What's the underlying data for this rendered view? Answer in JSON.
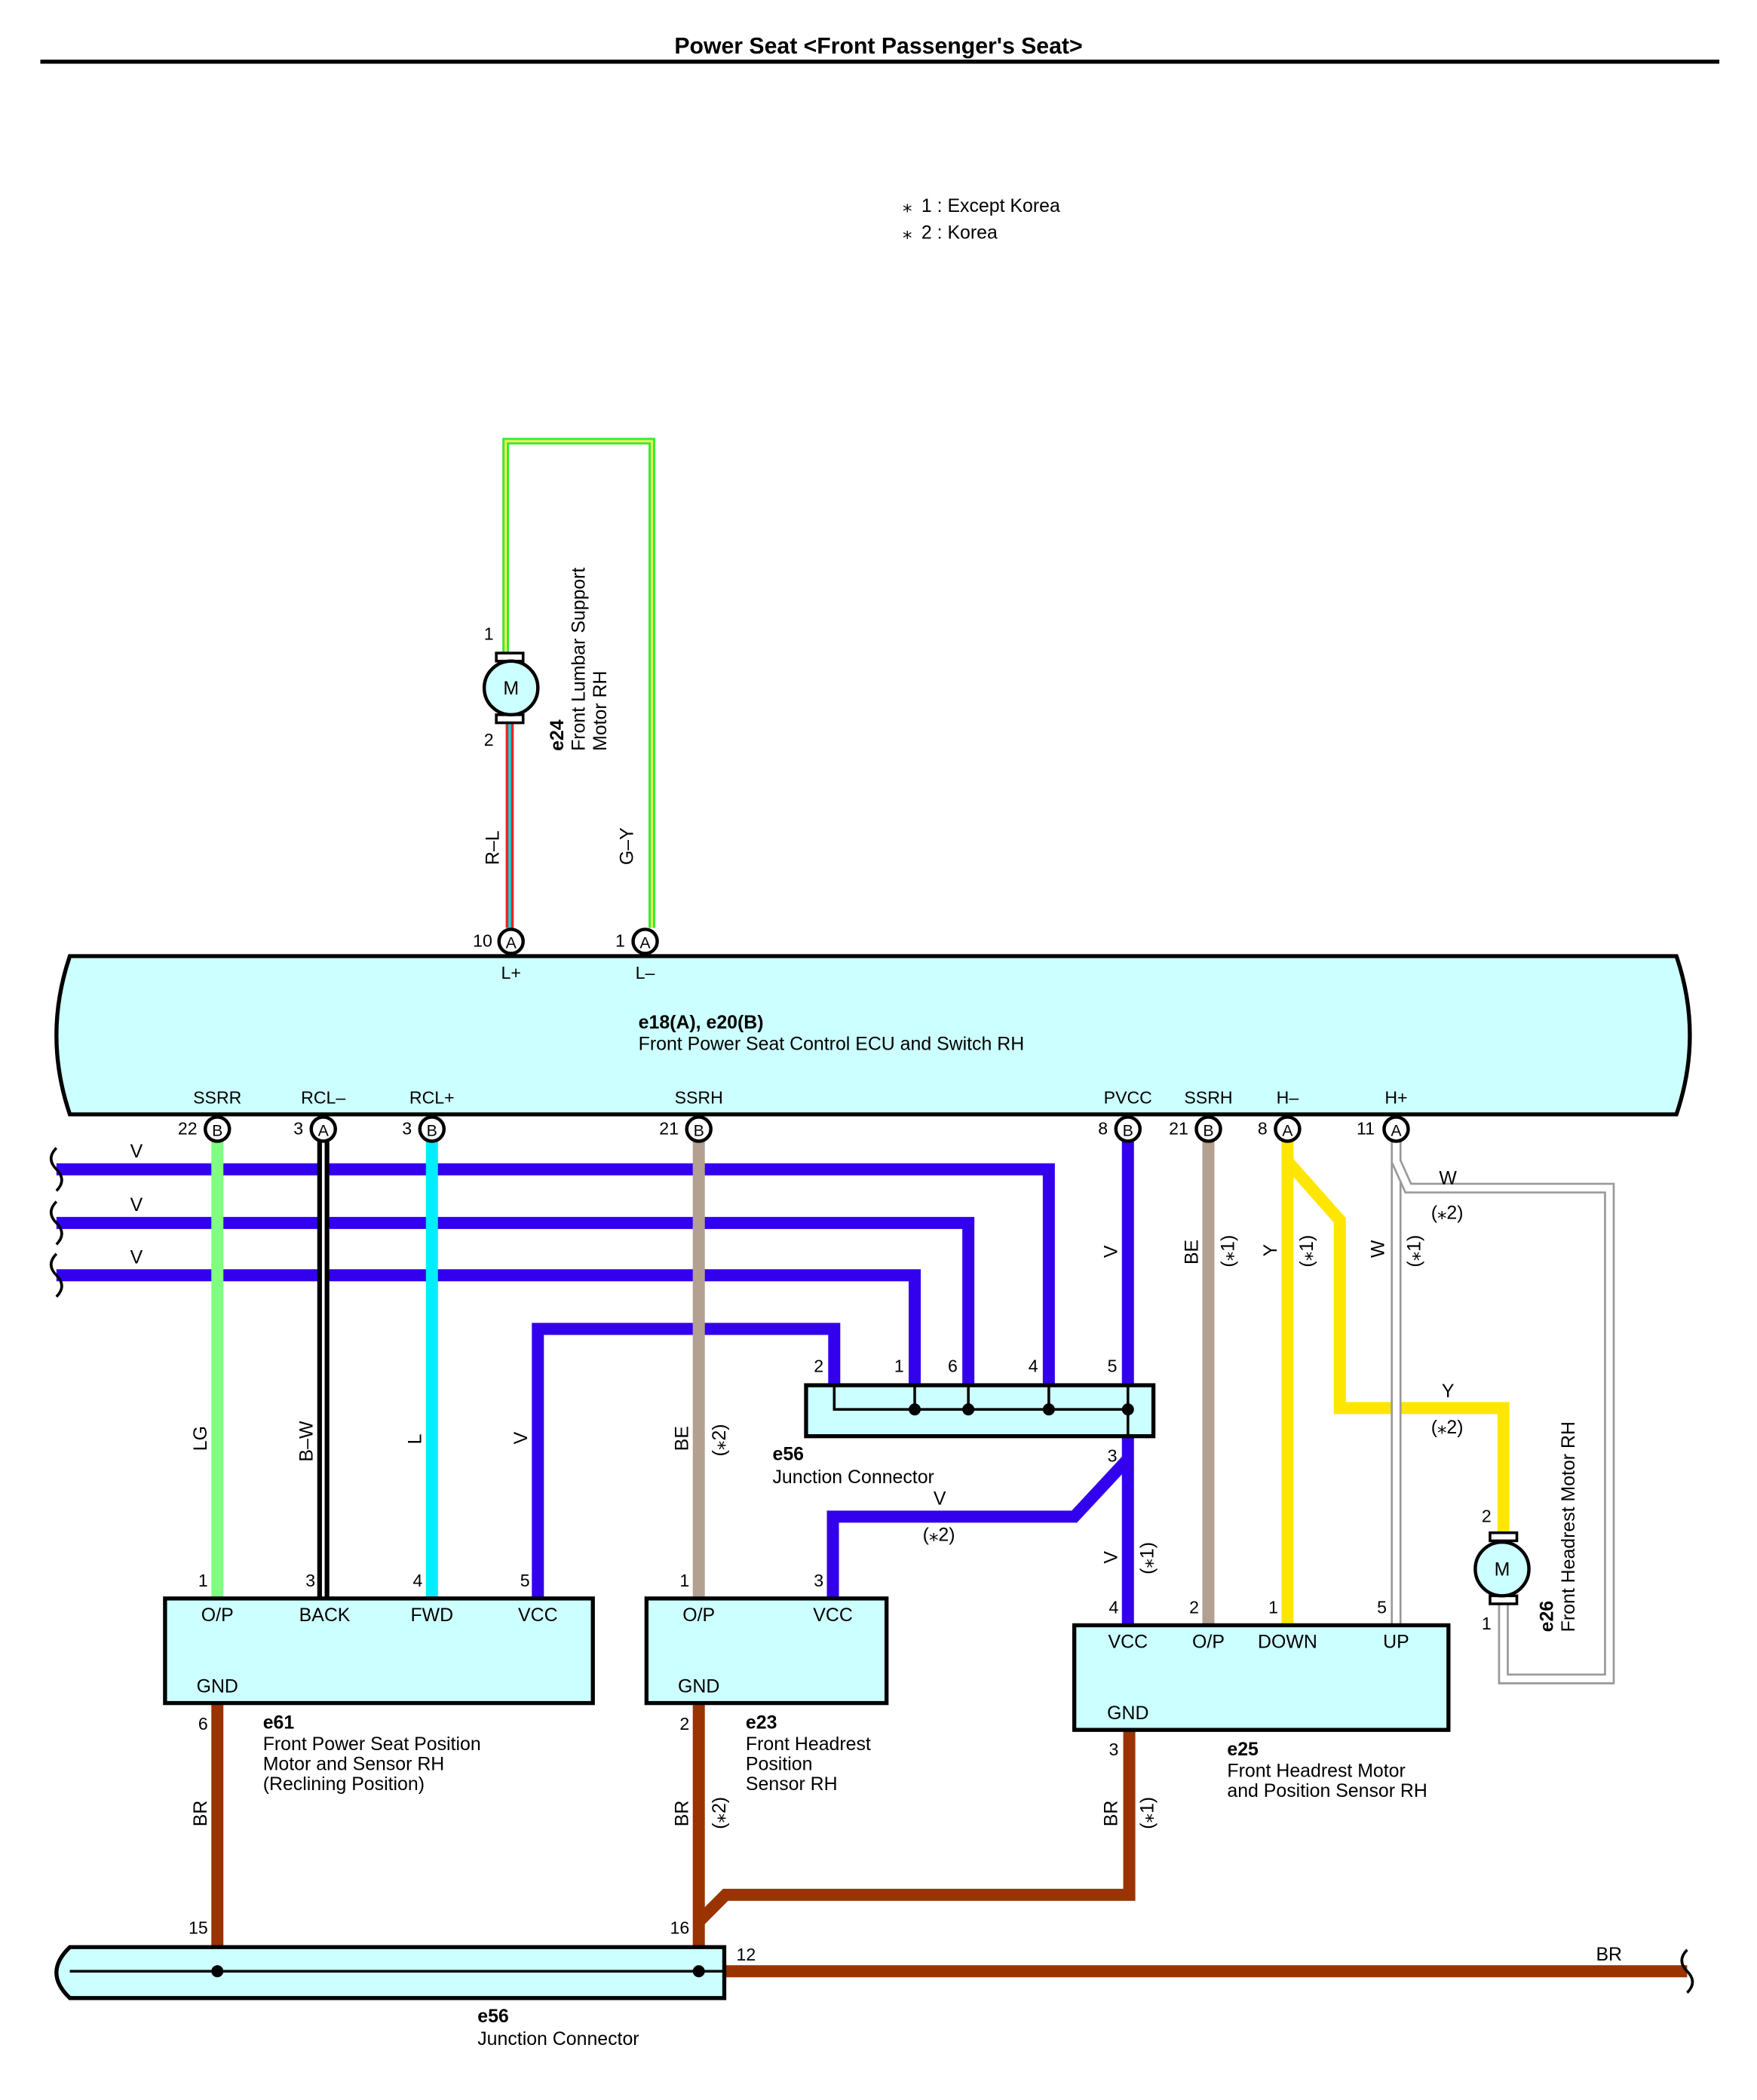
{
  "title": "Power Seat <Front Passenger's Seat>",
  "notes": [
    "1 : Except Korea",
    "2 : Korea"
  ],
  "note_mark": "⁎",
  "colors": {
    "V": "#3300ee",
    "LG": "#80ff80",
    "B": "#000000",
    "L": "#00eeff",
    "BE": "#b4a090",
    "BR": "#993300",
    "Y": "#ffe600",
    "G": "#33ee33",
    "R": "#ee2222",
    "W": "#ffffff",
    "box": "#ccffff"
  },
  "ecu": {
    "code": "e18(A), e20(B)",
    "desc": "Front Power Seat Control ECU and Switch RH",
    "top_pins": [
      {
        "num": "10",
        "conn": "A",
        "sig": "L+"
      },
      {
        "num": "1",
        "conn": "A",
        "sig": "L–"
      }
    ],
    "bottom_pins": [
      {
        "num": "22",
        "conn": "B",
        "sig": "SSRR"
      },
      {
        "num": "3",
        "conn": "A",
        "sig": "RCL–"
      },
      {
        "num": "3",
        "conn": "B",
        "sig": "RCL+"
      },
      {
        "num": "21",
        "conn": "B",
        "sig": "SSRH"
      },
      {
        "num": "8",
        "conn": "B",
        "sig": "PVCC"
      },
      {
        "num": "21",
        "conn": "B",
        "sig": "SSRH"
      },
      {
        "num": "8",
        "conn": "A",
        "sig": "H–"
      },
      {
        "num": "11",
        "conn": "A",
        "sig": "H+"
      }
    ]
  },
  "e24": {
    "code": "e24",
    "desc1": "Front Lumbar Support",
    "desc2": "Motor RH",
    "motor": "M",
    "pin1": "1",
    "pin2": "2",
    "wire_left": "R–L",
    "wire_right": "G–Y"
  },
  "e26": {
    "code": "e26",
    "desc": "Front Headrest Motor RH",
    "motor": "M",
    "pin_top": "2",
    "pin_bottom": "1"
  },
  "wires": {
    "v1": "V",
    "v2": "V",
    "v3": "V",
    "lg": "LG",
    "bw": "B–W",
    "l": "L",
    "v_vcc": "V",
    "be_left": "BE",
    "be_left_note": "(⁎2)",
    "v_pvcc": "V",
    "be_right": "BE",
    "be_right_note": "(⁎1)",
    "y_down": "Y",
    "y_down_note": "(⁎1)",
    "w_up": "W",
    "w_up_note": "(⁎1)",
    "w_k": "W",
    "w_k_note": "(⁎2)",
    "y_k": "Y",
    "y_k_note": "(⁎2)",
    "v_e23": "V",
    "v_e23_note": "(⁎2)",
    "v_e25": "V",
    "v_e25_note": "(⁎1)",
    "br_e61": "BR",
    "br_e23": "BR",
    "br_e23_note": "(⁎2)",
    "br_e25": "BR",
    "br_e25_note": "(⁎1)",
    "br_out": "BR"
  },
  "jc_mid": {
    "code": "e56",
    "desc": "Junction Connector",
    "pins": [
      "2",
      "1",
      "6",
      "4",
      "5"
    ],
    "out_pin": "3"
  },
  "jc_bottom": {
    "code": "e56",
    "desc": "Junction Connector",
    "pins": [
      "15",
      "16"
    ],
    "out_pin": "12"
  },
  "e61": {
    "code": "e61",
    "desc": [
      "Front Power Seat Position",
      "Motor and Sensor RH",
      "(Reclining Position)"
    ],
    "pins": [
      {
        "num": "1",
        "sig": "O/P"
      },
      {
        "num": "3",
        "sig": "BACK"
      },
      {
        "num": "4",
        "sig": "FWD"
      },
      {
        "num": "5",
        "sig": "VCC"
      }
    ],
    "gnd": "GND",
    "gnd_pin": "6"
  },
  "e23": {
    "code": "e23",
    "desc": [
      "Front Headrest",
      "Position",
      "Sensor RH"
    ],
    "pins": [
      {
        "num": "1",
        "sig": "O/P"
      },
      {
        "num": "3",
        "sig": "VCC"
      }
    ],
    "gnd": "GND",
    "gnd_pin": "2"
  },
  "e25": {
    "code": "e25",
    "desc": [
      "Front Headrest Motor",
      "and Position Sensor RH"
    ],
    "pins": [
      {
        "num": "4",
        "sig": "VCC"
      },
      {
        "num": "2",
        "sig": "O/P"
      },
      {
        "num": "1",
        "sig": "DOWN"
      },
      {
        "num": "5",
        "sig": "UP"
      }
    ],
    "gnd": "GND",
    "gnd_pin": "3"
  }
}
